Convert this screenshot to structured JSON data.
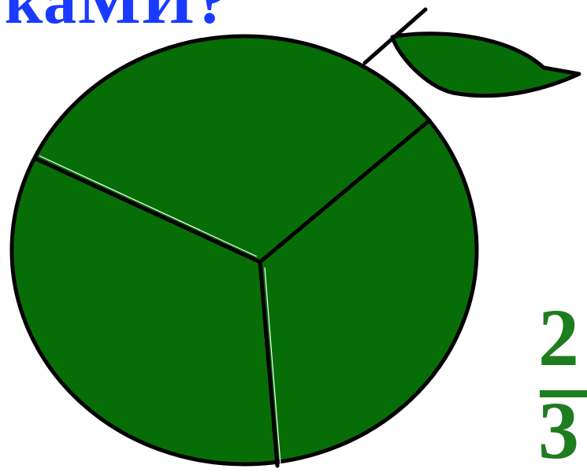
{
  "heading": {
    "visible_text": "каМИ?"
  },
  "fraction": {
    "numerator": "2",
    "denominator": "3"
  },
  "colors": {
    "apple_fill": "#076e07",
    "leaf_fill": "#076e07",
    "outline": "#000000",
    "heading": "#1a3bff",
    "fraction": "#1e7d1e"
  }
}
